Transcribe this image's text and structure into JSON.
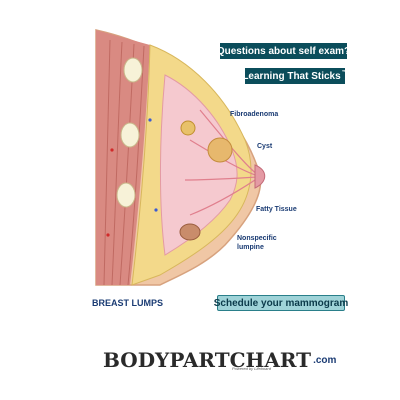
{
  "buttons": {
    "self_exam": "Questions about self exam?",
    "learning": "Learning That Sticks",
    "learning_tm": "™",
    "mammogram": "Schedule your mammogram"
  },
  "labels": {
    "fibroadenoma": "Fibroadenoma",
    "cyst": "Cyst",
    "fatty_tissue": "Fatty Tissue",
    "nonspecific": "Nonspecific lumpine"
  },
  "title": "BREAST LUMPS",
  "logo": {
    "name": "BODYPARTCHART",
    "domain": ".com",
    "powered_by": "Powered by Lifeboard"
  },
  "colors": {
    "button_dark": "#0b4d5b",
    "button_light": "#9fd3d8",
    "label_text": "#1a3b73"
  }
}
